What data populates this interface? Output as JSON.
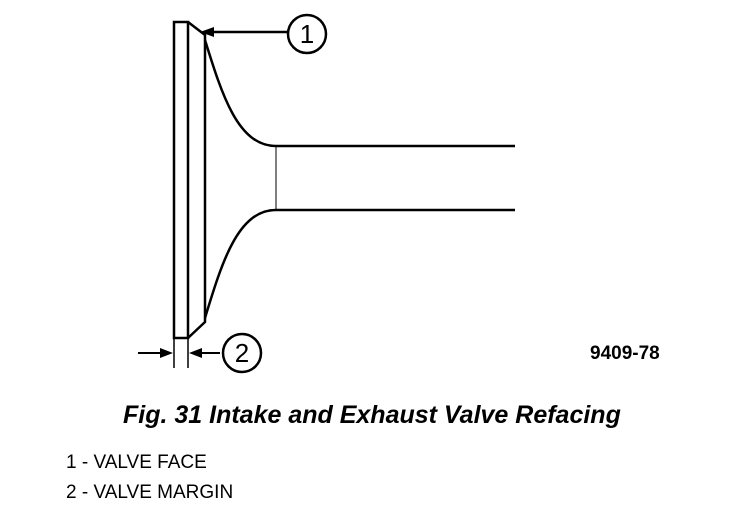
{
  "figure": {
    "callouts": [
      {
        "number": "1"
      },
      {
        "number": "2"
      }
    ],
    "figure_id": "9409-78"
  },
  "caption": "Fig. 31 Intake and Exhaust Valve Refacing",
  "legend": [
    {
      "text": "1 - VALVE FACE"
    },
    {
      "text": "2 - VALVE MARGIN"
    }
  ]
}
